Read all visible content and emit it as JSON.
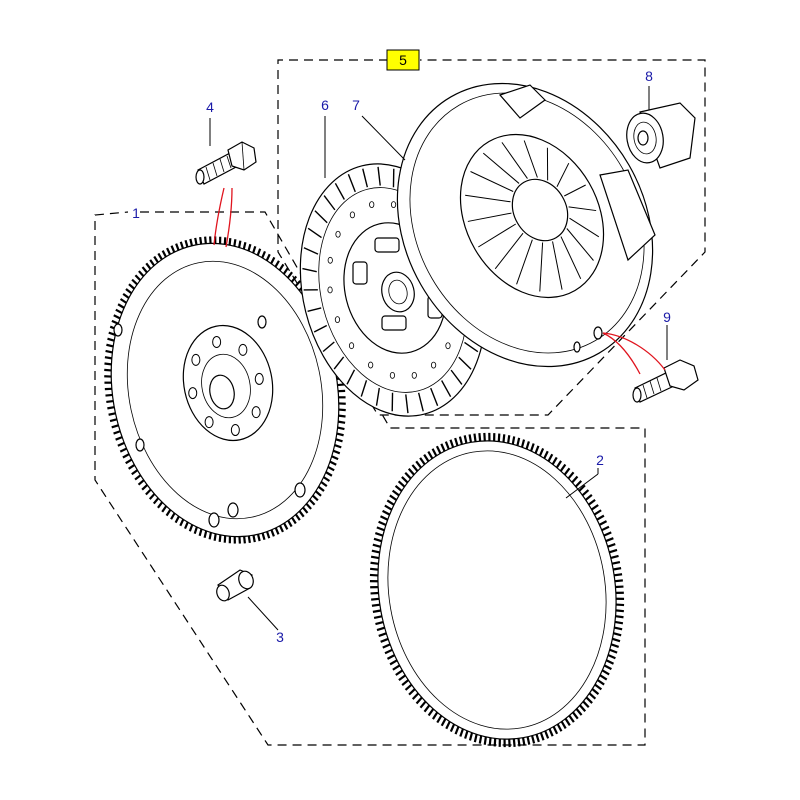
{
  "callouts": {
    "c1": "1",
    "c2": "2",
    "c3": "3",
    "c4": "4",
    "c5": "5",
    "c6": "6",
    "c7": "7",
    "c8": "8",
    "c9": "9"
  },
  "colors": {
    "callout_text": "#1a1aa8",
    "highlight_box": "#ffff00",
    "fastener_marks": "#e0141e",
    "line_art": "#000000"
  },
  "parts_shown": [
    "flywheel",
    "starter-ring-gear",
    "dowel-pin",
    "flywheel-bolt",
    "clutch-kit-group",
    "clutch-disc",
    "pressure-plate",
    "release-bearing",
    "pressure-plate-bolt"
  ]
}
